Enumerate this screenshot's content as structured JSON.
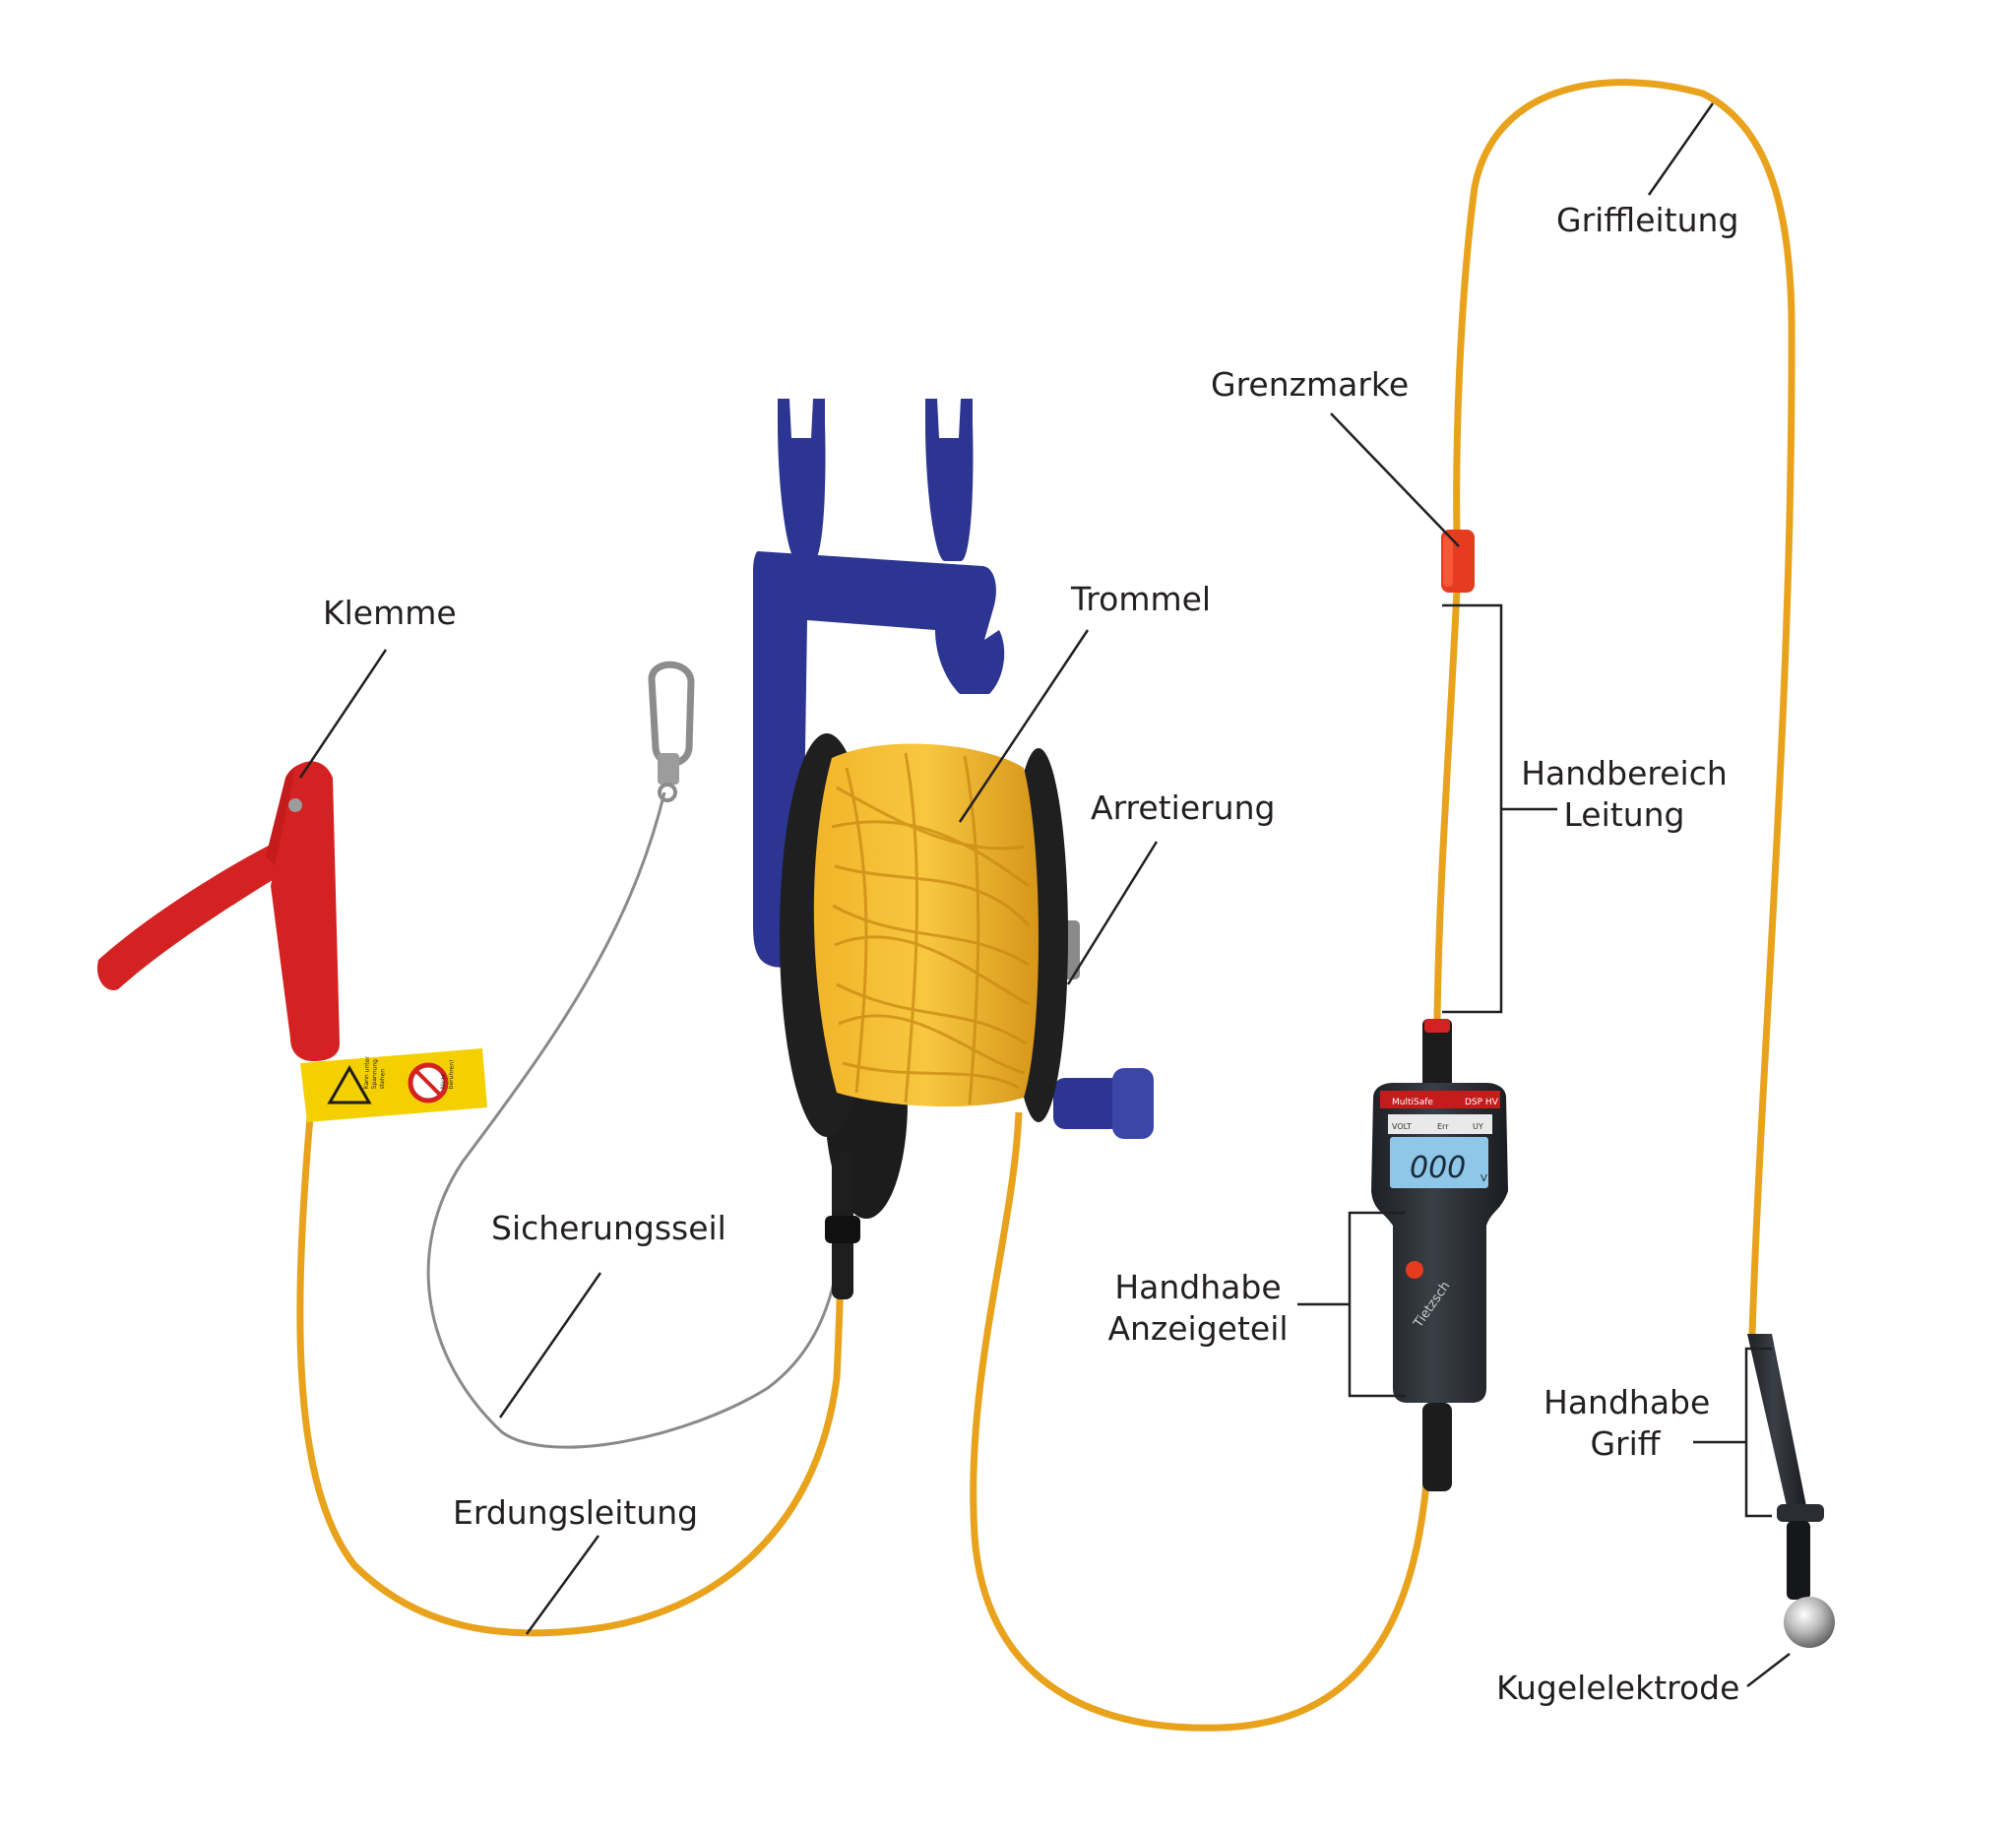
{
  "labels": {
    "klemme": "Klemme",
    "trommel": "Trommel",
    "arretierung": "Arretierung",
    "sicherungsseil": "Sicherungsseil",
    "erdungsleitung": "Erdungsleitung",
    "grenzmarke": "Grenzmarke",
    "griffleitung": "Griffleitung",
    "handbereich_line1": "Handbereich",
    "handbereich_line2": "Leitung",
    "handhabe_anzeige_line1": "Handhabe",
    "handhabe_anzeige_line2": "Anzeigeteil",
    "handhabe_griff_line1": "Handhabe",
    "handhabe_griff_line2": "Griff",
    "kugelelektrode": "Kugelelektrode"
  },
  "device": {
    "brand": "MultiSafe",
    "model": "DSP HV",
    "display_reading": "000",
    "unit": "V",
    "indicators": [
      "VOLT",
      "Err",
      "UY"
    ],
    "maker": "Tietzsch"
  },
  "warning_tag": {
    "line1": "Kann unter",
    "line2": "Spannung",
    "line3": "stehen",
    "line4": "Nicht",
    "line5": "berühren!"
  },
  "colors": {
    "cable": "#e8a21c",
    "cable_dark": "#b77a10",
    "reel_frame": "#2c3591",
    "clamp": "#d42121",
    "tag": "#f5d000",
    "handle": "#2a2e33",
    "display_bg": "#8ec7e8",
    "marker": "#e53b1f",
    "leader": "#231f20"
  }
}
